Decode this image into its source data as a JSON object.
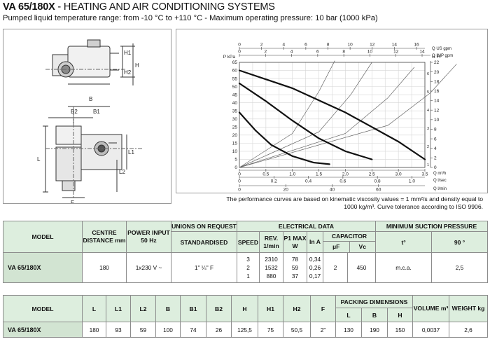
{
  "header": {
    "model": "VA 65/180X",
    "title_rest": " - HEATING AND AIR CONDITIONING SYSTEMS",
    "subtitle": "Pumped liquid temperature range: from -10 °C to +110 °C - Maximum operating pressure: 10 bar (1000 kPa)"
  },
  "drawing": {
    "dims": [
      "H1",
      "H",
      "H2",
      "B",
      "B2",
      "B1",
      "L",
      "L1",
      "L2",
      "F"
    ]
  },
  "chart_data": {
    "type": "line",
    "y_primary": {
      "label": "P kPa",
      "ylim": [
        0,
        65
      ],
      "ticks": [
        "0",
        "5",
        "10",
        "15",
        "20",
        "25",
        "30",
        "35",
        "40",
        "45",
        "50",
        "55",
        "60",
        "65"
      ]
    },
    "y_secondary": {
      "label": "H Ft",
      "ticks": [
        "0",
        "2",
        "4",
        "6",
        "8",
        "10",
        "12",
        "14",
        "16",
        "18",
        "20",
        "22"
      ]
    },
    "y_small_ticks": [
      "6",
      "5",
      "4",
      "3",
      "2",
      "1"
    ],
    "x_axes": [
      {
        "label": "Q US gpm",
        "ticks": [
          "0",
          "2",
          "4",
          "6",
          "8",
          "10",
          "12",
          "14",
          "16"
        ]
      },
      {
        "label": "Q IMP gpm",
        "ticks": [
          "0",
          "2",
          "4",
          "6",
          "8",
          "10",
          "12",
          "14"
        ]
      },
      {
        "label": "Q m³/h",
        "xlim": [
          0,
          3.5
        ],
        "ticks": [
          "0",
          "0.5",
          "1.0",
          "1.5",
          "2.0",
          "2.5",
          "3.0",
          "3.5"
        ]
      },
      {
        "label": "Q l/sec",
        "ticks": [
          "0",
          "0.2",
          "0.4",
          "0.6",
          "0.8",
          "1.0"
        ]
      },
      {
        "label": "Q l/min",
        "ticks": [
          "0",
          "20",
          "40",
          "60"
        ]
      }
    ],
    "series": [
      {
        "x": [
          0,
          1.0,
          2.0,
          3.0,
          3.5
        ],
        "y": [
          60,
          49,
          34,
          16,
          5
        ]
      },
      {
        "x": [
          0,
          0.5,
          1.0,
          1.5,
          2.0,
          2.5
        ],
        "y": [
          52,
          41,
          29,
          18,
          10,
          5
        ]
      },
      {
        "x": [
          0,
          0.3,
          0.6,
          1.0,
          1.4,
          1.7
        ],
        "y": [
          34,
          23,
          14,
          7,
          3,
          2
        ]
      }
    ],
    "system_curves": [
      {
        "x": [
          0,
          1.0,
          1.5,
          1.8
        ],
        "y": [
          0,
          21,
          47,
          66
        ]
      },
      {
        "x": [
          0,
          1.5,
          2.1,
          2.5
        ],
        "y": [
          0,
          22,
          45,
          65
        ]
      },
      {
        "x": [
          0,
          2.0,
          2.8,
          3.3
        ],
        "y": [
          0,
          21,
          43,
          62
        ]
      },
      {
        "x": [
          0,
          2.8,
          3.6,
          4.1
        ],
        "y": [
          0,
          26,
          46,
          64
        ]
      }
    ]
  },
  "note": "The performance curves are based on kinematic viscosity values = 1 mm²/s and density equal to 1000 kg/m³. Curve tolerance according to ISO 9906.",
  "table1": {
    "h_model": "MODEL",
    "h_centre": "CENTRE DISTANCE mm",
    "h_power": "POWER INPUT 50 Hz",
    "h_unions": "UNIONS ON REQUEST",
    "h_standard": "STANDARDISED",
    "h_electrical": "ELECTRICAL DATA",
    "h_speed": "SPEED",
    "h_rev": "REV. 1/min",
    "h_p1": "P1 MAX W",
    "h_in": "In A",
    "h_capacitor": "CAPACITOR",
    "h_uf": "µF",
    "h_vc": "Vc",
    "h_suction": "MINIMUM SUCTION PRESSURE",
    "h_t": "t°",
    "h_90": "90 °",
    "model": "VA 65/180X",
    "centre": "180",
    "power": "1x230 V ~",
    "union": "1\" ¼\" F",
    "speeds": [
      "3",
      "2",
      "1"
    ],
    "revs": [
      "2310",
      "1532",
      "880"
    ],
    "p1": [
      "78",
      "59",
      "37"
    ],
    "in": [
      "0,34",
      "0,26",
      "0,17"
    ],
    "uf": "2",
    "vc": "450",
    "unit": "m.c.a.",
    "pressure": "2,5"
  },
  "table2": {
    "headers": [
      "MODEL",
      "L",
      "L1",
      "L2",
      "B",
      "B1",
      "B2",
      "H",
      "H1",
      "H2",
      "F"
    ],
    "h_packing": "PACKING DIMENSIONS",
    "packing_headers": [
      "L",
      "B",
      "H"
    ],
    "h_volume": "VOLUME m³",
    "h_weight": "WEIGHT kg",
    "values": [
      "VA 65/180X",
      "180",
      "93",
      "59",
      "100",
      "74",
      "26",
      "125,5",
      "75",
      "50,5",
      "2\""
    ],
    "packing_values": [
      "130",
      "190",
      "150"
    ],
    "volume": "0,0037",
    "weight": "2,6"
  }
}
